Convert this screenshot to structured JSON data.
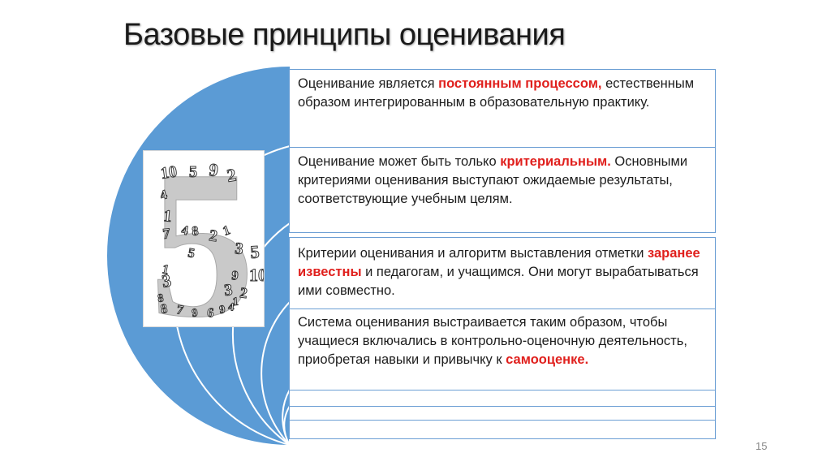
{
  "title": "Базовые принципы оценивания",
  "page_number": "15",
  "accent_color": "#5b9bd5",
  "highlight_color": "#e0201d",
  "principles": [
    {
      "before": "Оценивание является ",
      "highlight": "постоянным процессом,",
      "after": " естественным образом интегрированным в образовательную практику."
    },
    {
      "before": "Оценивание может быть только ",
      "highlight": "критериальным.",
      "after": " Основными критериями оценивания выступают ожидаемые результаты, соответствующие учебным целям."
    },
    {
      "before": "Критерии оценивания и алгоритм выставления отметки ",
      "highlight": "заранее известны",
      "after": " и педагогам, и учащимся. Они могут вырабатываться ими совместно."
    },
    {
      "before": "Система оценивания выстраивается таким образом, чтобы учащиеся включались в контрольно-оценочную деятельность, приобретая навыки и привычку к ",
      "highlight": "самооценке.",
      "after": ""
    }
  ],
  "five_image": {
    "icon": "number-five-collage-icon",
    "big_digit": "5",
    "digits": [
      "10",
      "5",
      "9",
      "2",
      "4",
      "1",
      "7",
      "4",
      "8",
      "2",
      "1",
      "3",
      "5",
      "1",
      "3",
      "8",
      "9",
      "10",
      "3",
      "2",
      "8",
      "7",
      "9",
      "6",
      "9",
      "4",
      "1",
      "5"
    ]
  }
}
